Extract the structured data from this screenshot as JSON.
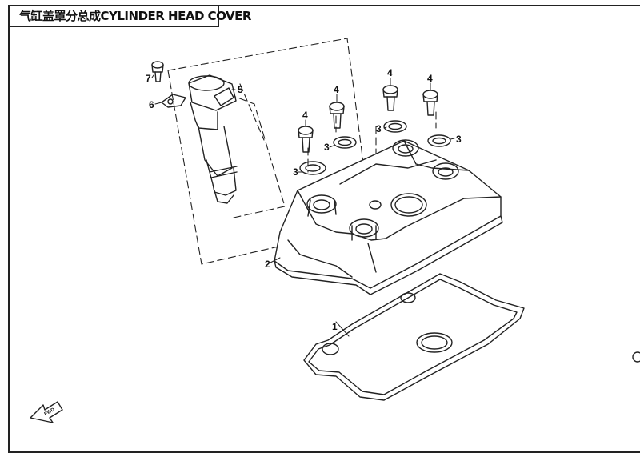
{
  "title": "气缸盖罩分总成CYLINDER HEAD COVER",
  "callouts": [
    {
      "num": "1"
    },
    {
      "num": "2"
    },
    {
      "num": "3"
    },
    {
      "num": "3"
    },
    {
      "num": "3"
    },
    {
      "num": "3"
    },
    {
      "num": "4"
    },
    {
      "num": "4"
    },
    {
      "num": "4"
    },
    {
      "num": "4"
    },
    {
      "num": "5"
    },
    {
      "num": "6"
    },
    {
      "num": "7"
    }
  ],
  "fwd_label": "FWD"
}
